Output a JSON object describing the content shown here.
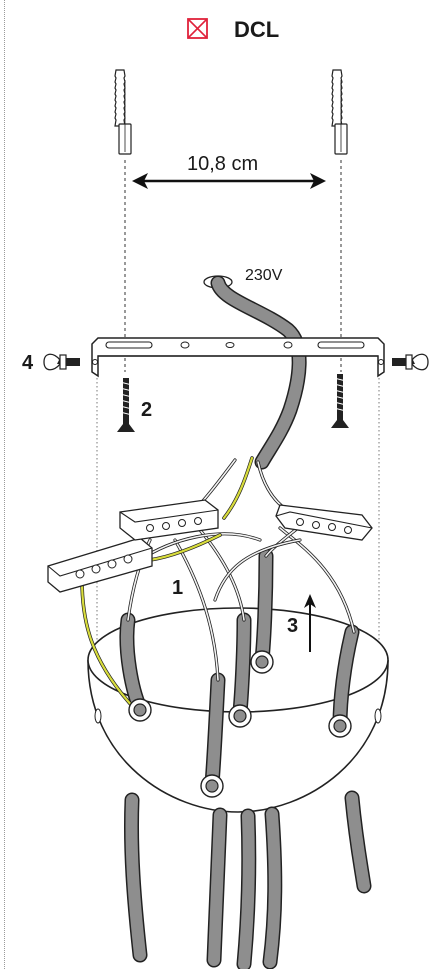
{
  "header": {
    "label": "DCL",
    "icon": "crossed-box-icon",
    "icon_color": "#e0223b"
  },
  "labels": {
    "distance": "10,8 cm",
    "voltage": "230V",
    "step1": "1",
    "step2": "2",
    "step3": "3",
    "step4": "4"
  },
  "colors": {
    "outline": "#222222",
    "cable_grey": "#8e8e8e",
    "earth_wire": "#d8dc3c"
  }
}
